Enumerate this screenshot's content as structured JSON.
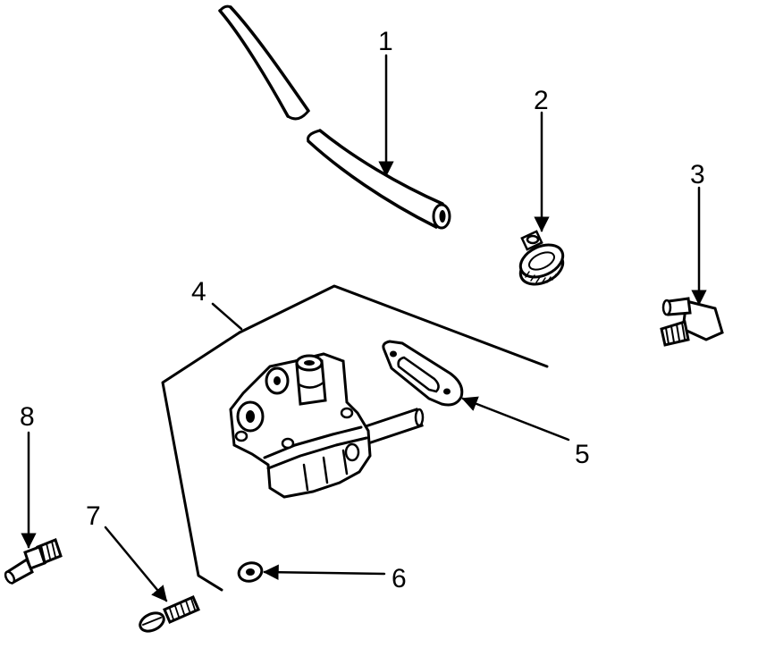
{
  "colors": {
    "ink": "#000000",
    "background": "#ffffff"
  },
  "callouts": [
    {
      "number": "1",
      "part": "fuel-hose"
    },
    {
      "number": "2",
      "part": "hose-clamp"
    },
    {
      "number": "3",
      "part": "elbow-fitting"
    },
    {
      "number": "4",
      "part": "fuel-pump-assembly"
    },
    {
      "number": "5",
      "part": "gasket"
    },
    {
      "number": "6",
      "part": "washer"
    },
    {
      "number": "7",
      "part": "screw"
    },
    {
      "number": "8",
      "part": "hose-fitting"
    }
  ]
}
